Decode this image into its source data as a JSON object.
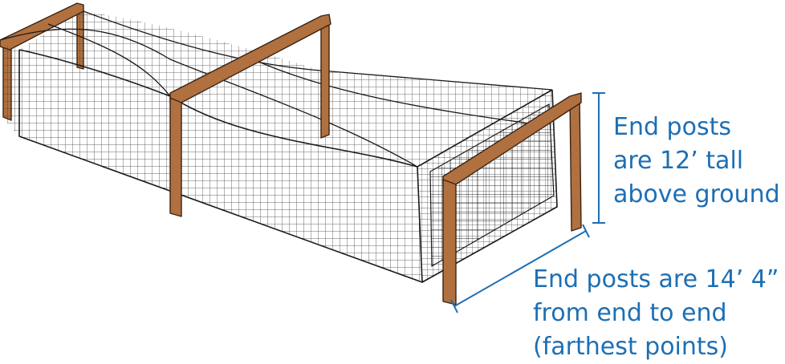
{
  "annotations": {
    "height": {
      "lines": [
        "End posts",
        "are 12’ tall",
        "above ground"
      ],
      "color": "#1d6fb4"
    },
    "length": {
      "lines": [
        "End posts are 14’ 4”",
        "from end to end",
        "(farthest points)"
      ],
      "color": "#1d6fb4"
    }
  },
  "colors": {
    "post": "#b0703f",
    "net": "#1a1a1a",
    "annotation": "#1d6fb4"
  }
}
